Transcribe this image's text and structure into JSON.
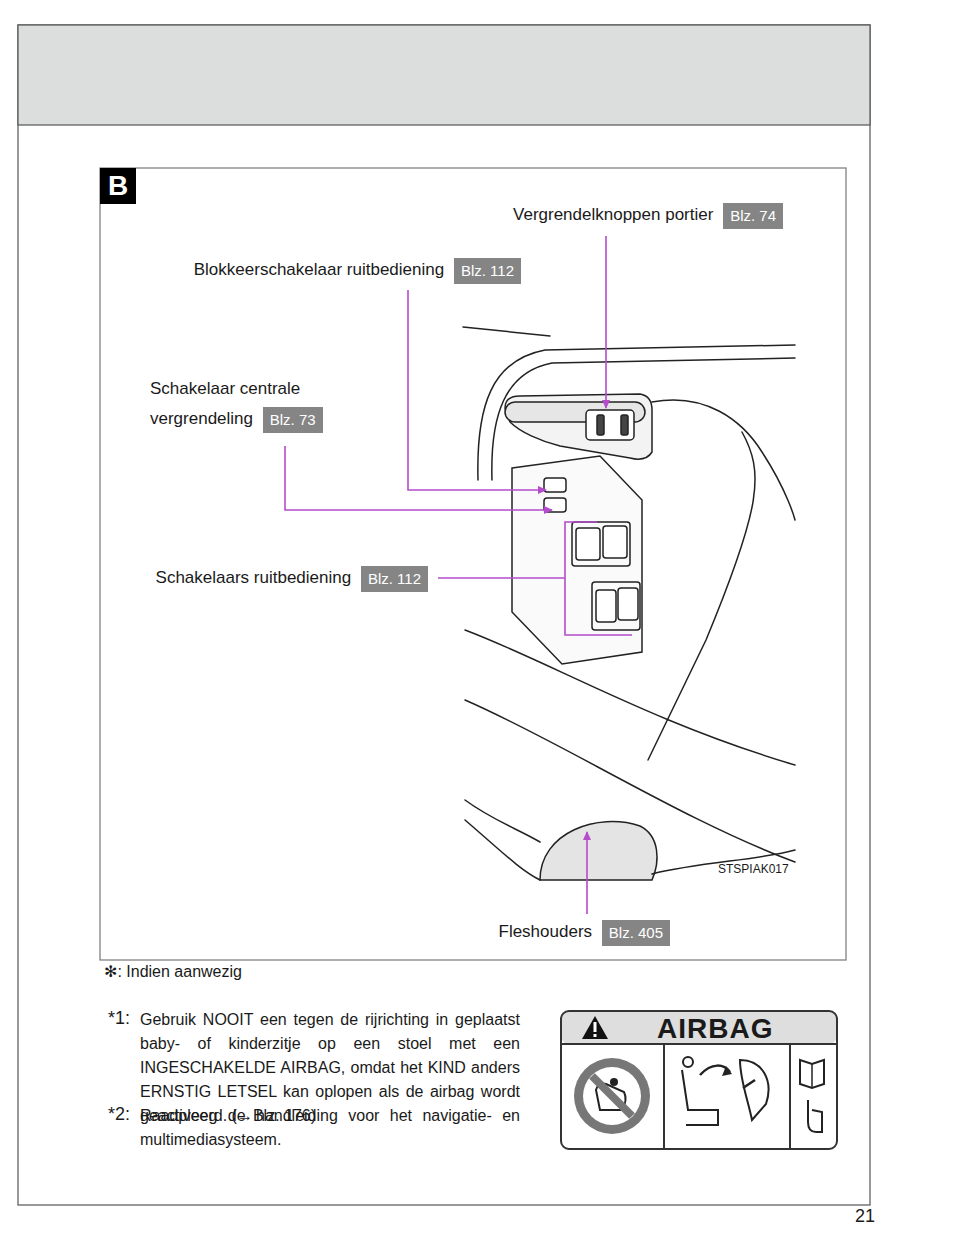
{
  "diagram": {
    "nodes": [
      {
        "text": [
          "B"
        ]
      },
      {
        "text": [
          "Vergrendelknoppen portier",
          "Blz. 74"
        ]
      },
      {
        "text": [
          "Blokkeerschakelaar ruitbediening",
          "Blz. 112"
        ]
      },
      {
        "text": [
          "Schakelaar centrale vergrendeling",
          "Blz. 73"
        ]
      },
      {
        "text": [
          "Schakelaars ruitbediening",
          "Blz. 112"
        ]
      },
      {
        "text": [
          "Fleshouders",
          "Blz. 405"
        ]
      },
      {
        "text": [
          "AIRBAG"
        ]
      }
    ],
    "edges": [],
    "labels": [
      "STSPIAK017",
      "✻: Indien aanwezig",
      "*1:",
      "Gebruik NOOIT een tegen de rijrichting in geplaatst baby- of kinderzitje op een stoel met een INGESCHAKELDE AIRBAG, omdat het KIND anders ERNSTIG LETSEL kan oplopen als de airbag wordt geactiveerd. (→Blz. 176)",
      "*2:",
      "Raadpleeg de handleiding voor het navigatie- en multimediasysteem.",
      "21"
    ]
  }
}
